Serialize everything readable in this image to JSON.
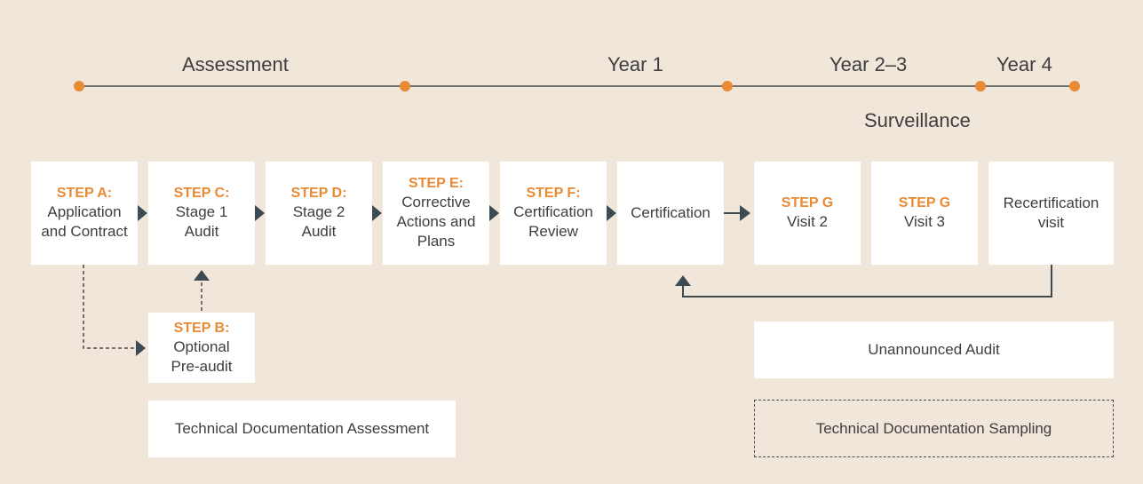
{
  "colors": {
    "background": "#f0e6da",
    "accent": "#e98a34",
    "connector": "#3c4a52",
    "text": "#3e3e3e"
  },
  "timeline": {
    "labels": [
      "Assessment",
      "Year 1",
      "Year 2–3",
      "Year 4"
    ],
    "sublabel": "Surveillance"
  },
  "steps": [
    {
      "step": "STEP A:",
      "text": "Application and Contract"
    },
    {
      "step": "STEP C:",
      "text": "Stage 1 Audit"
    },
    {
      "step": "STEP D:",
      "text": "Stage 2 Audit"
    },
    {
      "step": "STEP E:",
      "text": "Corrective Actions and Plans"
    },
    {
      "step": "STEP F:",
      "text": "Certification Review"
    },
    {
      "step": "",
      "text": "Certification"
    },
    {
      "step": "STEP G",
      "text": "Visit 2"
    },
    {
      "step": "STEP G",
      "text": "Visit 3"
    },
    {
      "step": "",
      "text": "Recertification visit"
    }
  ],
  "optional_step": {
    "step": "STEP B:",
    "text": "Optional Pre-audit"
  },
  "bottom": {
    "tech_doc_assessment": "Technical Documentation Assessment",
    "unannounced_audit": "Unannounced Audit",
    "tech_doc_sampling": "Technical Documentation Sampling"
  }
}
